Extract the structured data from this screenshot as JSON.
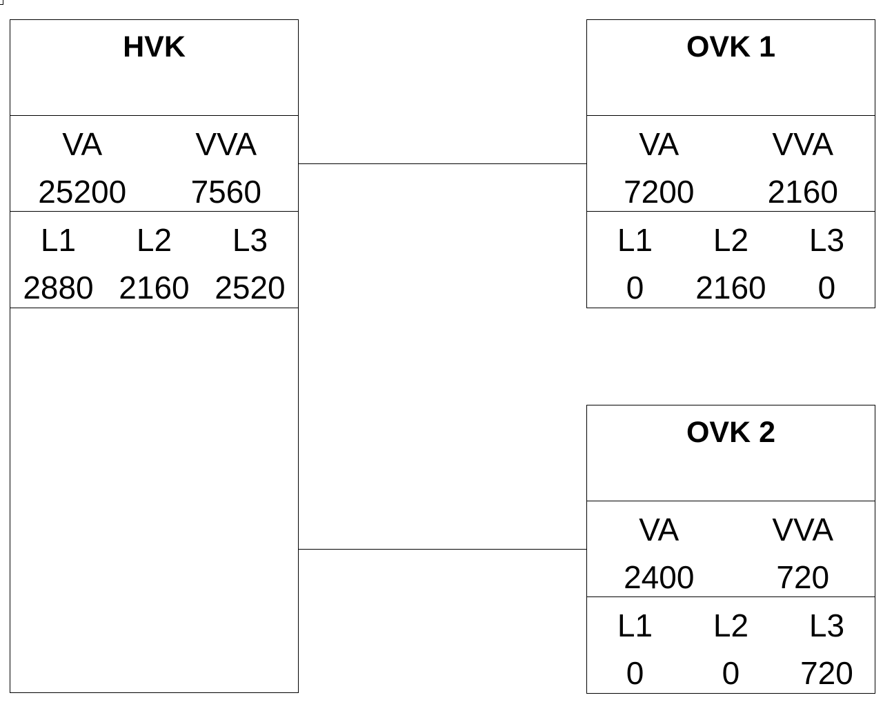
{
  "hvk": {
    "title": "HVK",
    "va_label": "VA",
    "vva_label": "VVA",
    "va": "25200",
    "vva": "7560",
    "l1_label": "L1",
    "l2_label": "L2",
    "l3_label": "L3",
    "l1": "2880",
    "l2": "2160",
    "l3": "2520"
  },
  "ovk1": {
    "title": "OVK 1",
    "va_label": "VA",
    "vva_label": "VVA",
    "va": "7200",
    "vva": "2160",
    "l1_label": "L1",
    "l2_label": "L2",
    "l3_label": "L3",
    "l1": "0",
    "l2": "2160",
    "l3": "0"
  },
  "ovk2": {
    "title": "OVK 2",
    "va_label": "VA",
    "vva_label": "VVA",
    "va": "2400",
    "vva": "720",
    "l1_label": "L1",
    "l2_label": "L2",
    "l3_label": "L3",
    "l1": "0",
    "l2": "0",
    "l3": "720"
  }
}
